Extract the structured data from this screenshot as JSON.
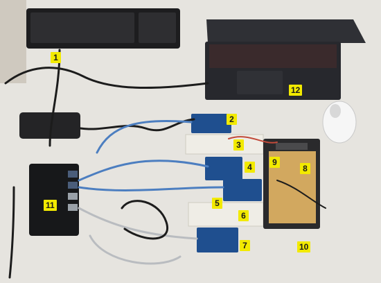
{
  "labels": {
    "l1": "1",
    "l2": "2",
    "l3": "3",
    "l4": "4",
    "l5": "5",
    "l6": "6",
    "l7": "7",
    "l8": "8",
    "l9": "9",
    "l10": "10",
    "l11": "11",
    "l12": "12"
  },
  "colors": {
    "label_background": "#f2ea00",
    "desk": "#e6e4df",
    "board_blue": "#1f4f8f",
    "breadboard": "#efede6",
    "laptop": "#2a2b30",
    "keyboard": "#1d1d1f"
  }
}
